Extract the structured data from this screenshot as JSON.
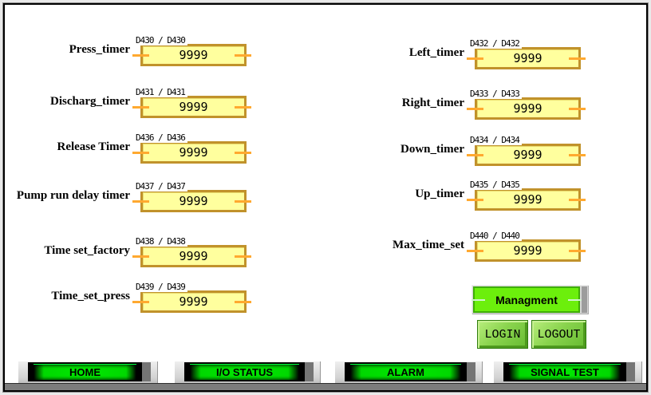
{
  "fields": {
    "left": [
      {
        "label": "Press_timer",
        "register": "D430 / D430",
        "value": "9999"
      },
      {
        "label": "Discharg_timer",
        "register": "D431 / D431",
        "value": "9999"
      },
      {
        "label": "Release Timer",
        "register": "D436 / D436",
        "value": "9999"
      },
      {
        "label": "Pump run delay timer",
        "register": "D437 / D437",
        "value": "9999"
      },
      {
        "label": "Time set_factory",
        "register": "D438 / D438",
        "value": "9999"
      },
      {
        "label": "Time_set_press",
        "register": "D439 / D439",
        "value": "9999"
      }
    ],
    "right": [
      {
        "label": "Left_timer",
        "register": "D432 / D432",
        "value": "9999"
      },
      {
        "label": "Right_timer",
        "register": "D433 / D433",
        "value": "9999"
      },
      {
        "label": "Down_timer",
        "register": "D434 / D434",
        "value": "9999"
      },
      {
        "label": "Up_timer",
        "register": "D435 / D435",
        "value": "9999"
      },
      {
        "label": "Max_time_set",
        "register": "D440 / D440",
        "value": "9999"
      }
    ]
  },
  "buttons": {
    "management": {
      "label": "Managment"
    },
    "login": {
      "label": "LOGIN"
    },
    "logout": {
      "label": "LOGOUT"
    }
  },
  "nav": [
    {
      "label": "HOME"
    },
    {
      "label": "I/O STATUS"
    },
    {
      "label": "ALARM"
    },
    {
      "label": "SIGNAL TEST"
    }
  ],
  "colors": {
    "field_fill": "#FFFF9E",
    "field_border": "#C1922B",
    "field_tick": "#FFA930",
    "nav_green": "#00E800",
    "management_green": "#6CEF0C",
    "login_green": "#8AD44E",
    "footer_gray": "#7C7C7C"
  }
}
